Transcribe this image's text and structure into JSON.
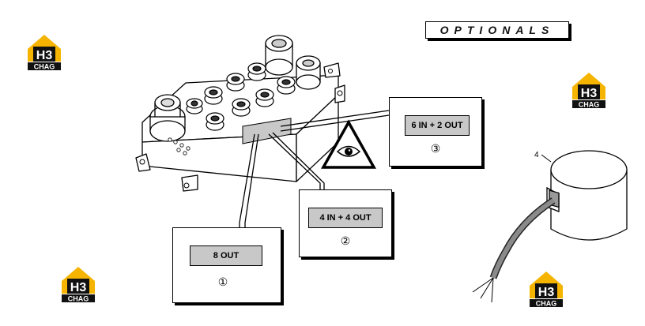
{
  "header": {
    "title": "OPTIONALS"
  },
  "watermark": {
    "logo_main": "H3",
    "logo_sub": "CHAG"
  },
  "callouts": [
    {
      "label": "8 OUT",
      "number": "①"
    },
    {
      "label": "4 IN + 4 OUT",
      "number": "②"
    },
    {
      "label": "6 IN + 2 OUT",
      "number": "③"
    }
  ],
  "cable_part_number": "4",
  "colors": {
    "logo_yellow": "#f5b400",
    "logo_black": "#111111",
    "label_gray": "#c8c8c8"
  },
  "icons": {
    "warning": "eye-warning-triangle-icon",
    "logo": "h3-chag-logo"
  }
}
